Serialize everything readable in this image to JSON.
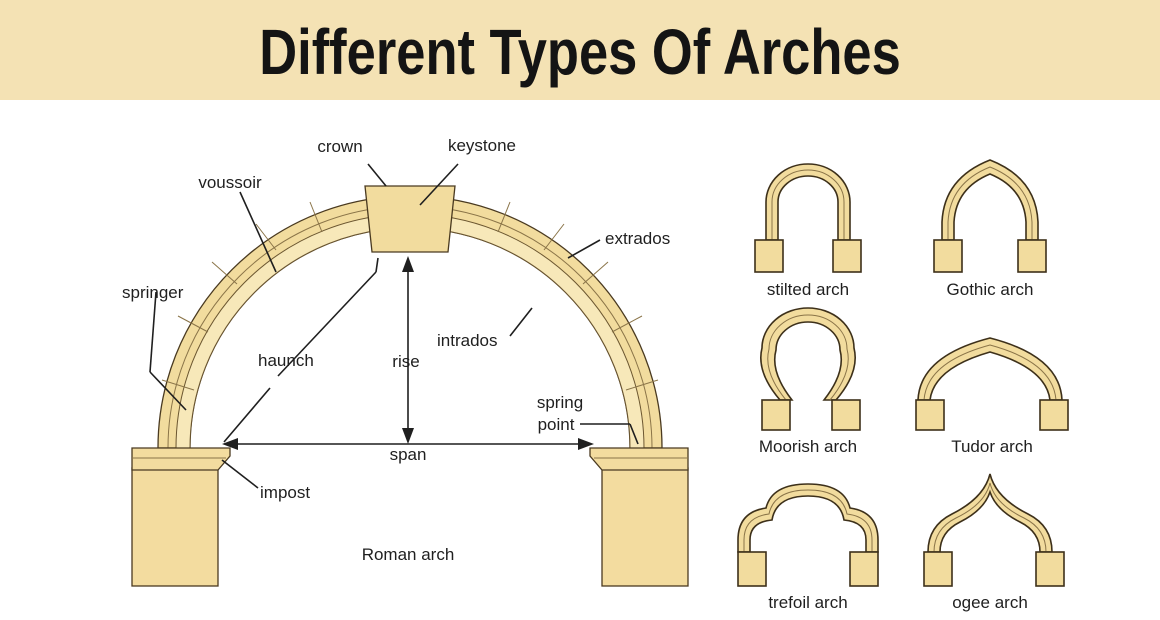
{
  "title": "Different Types Of Arches",
  "roman_labels": {
    "crown": "crown",
    "keystone": "keystone",
    "voussoir": "voussoir",
    "extrados": "extrados",
    "springer": "springer",
    "intrados": "intrados",
    "haunch": "haunch",
    "rise": "rise",
    "spring_line1": "spring",
    "spring_line2": "point",
    "span": "span",
    "impost": "impost",
    "caption": "Roman arch"
  },
  "arch_types": [
    {
      "label": "stilted arch"
    },
    {
      "label": "Gothic arch"
    },
    {
      "label": "Moorish arch"
    },
    {
      "label": "Tudor arch"
    },
    {
      "label": "trefoil arch"
    },
    {
      "label": "ogee arch"
    }
  ],
  "colors": {
    "banner": "#f4e2b4",
    "stone": "#f2dc9e",
    "outline": "#4a3a20"
  }
}
